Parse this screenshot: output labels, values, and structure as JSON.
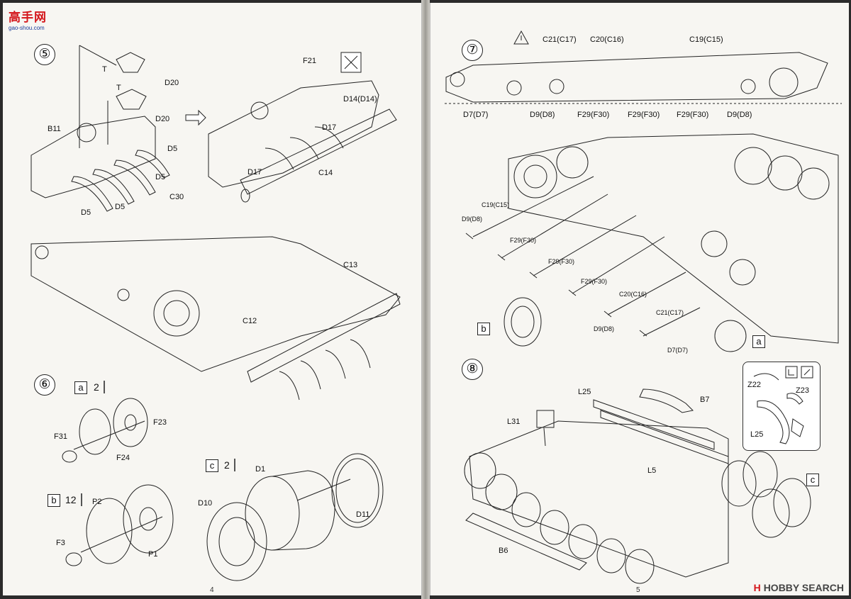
{
  "watermark_top": {
    "main": "高手网",
    "sub": "gao-shou.com"
  },
  "watermark_bottom": {
    "prefix": "H",
    "brand": "HOBBY SEARCH"
  },
  "left_page": {
    "page_number": "4",
    "step5": {
      "number": "⑤",
      "labels": [
        "T",
        "T",
        "D20",
        "D20",
        "B11",
        "D5",
        "D5",
        "D5",
        "D5",
        "C30",
        "F21",
        "D14(D14)",
        "D17",
        "D17",
        "C14"
      ]
    },
    "step5b": {
      "labels": [
        "C13",
        "C12"
      ]
    },
    "step6": {
      "number": "⑥",
      "a_box": "a",
      "a_qty": "2",
      "b_box": "b",
      "b_qty": "12",
      "c_box": "c",
      "c_qty": "2",
      "labels": [
        "F31",
        "F23",
        "F24",
        "P2",
        "F3",
        "P1",
        "D1",
        "D10",
        "D11"
      ]
    }
  },
  "right_page": {
    "page_number": "5",
    "step7": {
      "number": "⑦",
      "top_labels": [
        "C21(C17)",
        "C20(C16)",
        "C19(C15)"
      ],
      "bottom_labels": [
        "D7(D7)",
        "D9(D8)",
        "F29(F30)",
        "F29(F30)",
        "F29(F30)",
        "D9(D8)"
      ],
      "detail_labels": [
        "C19(C15)",
        "D9(D8)",
        "F29(F30)",
        "F29(F30)",
        "F29(F30)",
        "C20(C16)",
        "C21(C17)",
        "D9(D8)",
        "D7(D7)"
      ],
      "b_box": "b",
      "a_box": "a"
    },
    "step8": {
      "number": "⑧",
      "labels": [
        "L25",
        "B7",
        "L31",
        "L5",
        "B6"
      ],
      "inset_labels": [
        "Z22",
        "Z23",
        "L25"
      ],
      "c_box": "c"
    }
  }
}
